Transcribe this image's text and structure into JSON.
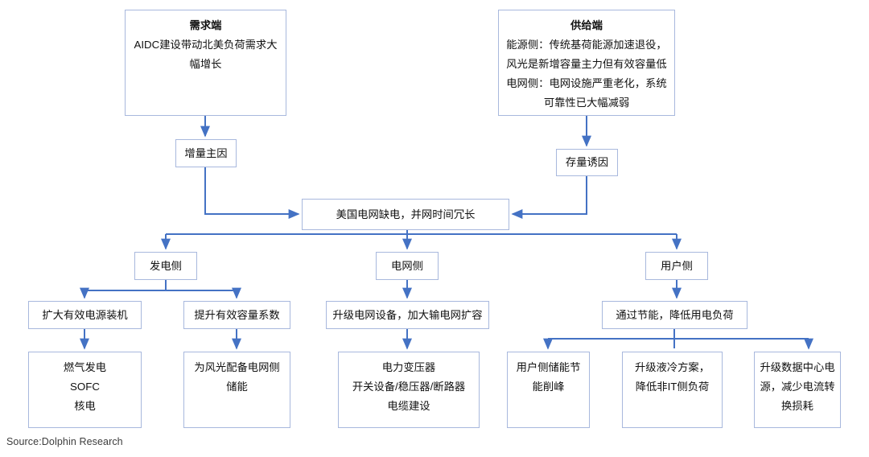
{
  "figure": {
    "source_note": "Source:Dolphin Research",
    "edge_color": "#4472c4",
    "box_border_color": "#a8b8dd",
    "box_fill": "#ffffff"
  },
  "nodes": {
    "demand": {
      "title": "需求端",
      "lines": [
        "AIDC建设带动北美负荷需求大",
        "幅增长"
      ]
    },
    "supply": {
      "title": "供给端",
      "lines": [
        "能源侧：传统基荷能源加速退役，",
        "风光是新增容量主力但有效容量低",
        "电网侧：电网设施严重老化，系统",
        "可靠性已大幅减弱"
      ]
    },
    "increment_cause": {
      "label": "增量主因"
    },
    "stock_cause": {
      "label": "存量诱因"
    },
    "core_problem": {
      "label": "美国电网缺电，并网时间冗长"
    },
    "gen_side": {
      "label": "发电侧"
    },
    "grid_side": {
      "label": "电网侧"
    },
    "user_side": {
      "label": "用户侧"
    },
    "expand_capacity": {
      "label": "扩大有效电源装机"
    },
    "raise_factor": {
      "label": "提升有效容量系数"
    },
    "upgrade_grid": {
      "label": "升级电网设备，加大输电网扩容"
    },
    "save_energy": {
      "label": "通过节能，降低用电负荷"
    },
    "gen_tech": {
      "lines": [
        "燃气发电",
        "SOFC",
        "核电"
      ]
    },
    "storage_for_renewables": {
      "lines": [
        "为风光配备电网侧",
        "储能"
      ]
    },
    "grid_equipment": {
      "lines": [
        "电力变压器",
        "开关设备/稳压器/断路器",
        "电缆建设"
      ]
    },
    "user_storage": {
      "lines": [
        "用户侧储能节",
        "能削峰"
      ]
    },
    "liquid_cooling": {
      "lines": [
        "升级液冷方案，",
        "降低非IT侧负荷"
      ]
    },
    "datacenter_power": {
      "lines": [
        "升级数据中心电",
        "源，减少电流转",
        "换损耗"
      ]
    }
  }
}
